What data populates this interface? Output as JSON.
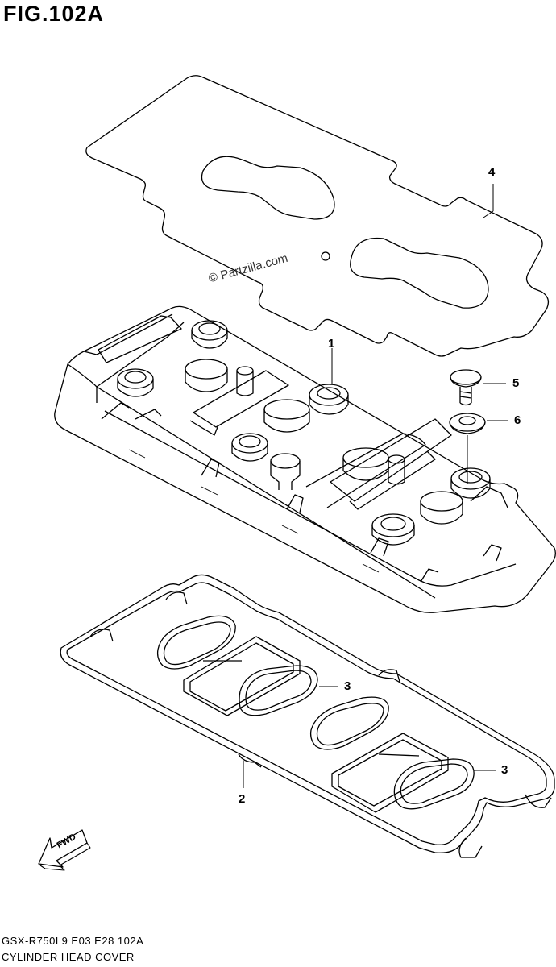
{
  "figure": {
    "title": "FIG.102A"
  },
  "watermark": "© Partzilla.com",
  "callouts": [
    {
      "id": "1",
      "label": "1"
    },
    {
      "id": "2",
      "label": "2"
    },
    {
      "id": "3a",
      "label": "3"
    },
    {
      "id": "3b",
      "label": "3"
    },
    {
      "id": "4",
      "label": "4"
    },
    {
      "id": "5",
      "label": "5"
    },
    {
      "id": "6",
      "label": "6"
    }
  ],
  "fwd_label": "FWD",
  "footer": {
    "model_line": "GSX-R750L9  E03  E28  102A",
    "section_title": "CYLINDER HEAD COVER"
  }
}
